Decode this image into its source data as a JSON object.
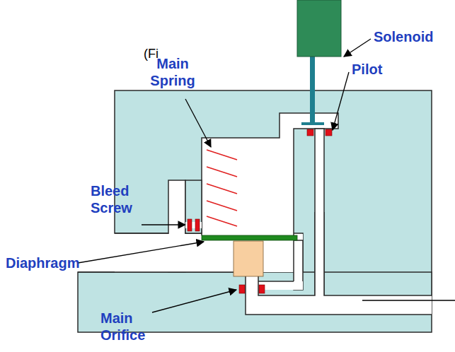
{
  "diagram": {
    "labels": [
      "(Fi",
      "Solenoid",
      "Pilot",
      "Main Spring",
      "Bleed Screw",
      "Diaphragm",
      "Main Orifice"
    ]
  }
}
